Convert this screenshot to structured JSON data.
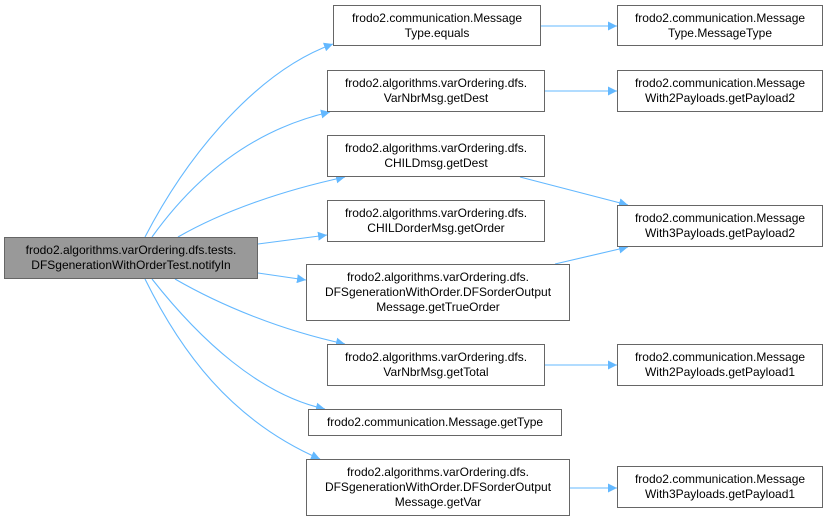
{
  "graph": {
    "edge_color": "#63b8ff",
    "root_fill": "#999999",
    "nodes": [
      {
        "id": "root",
        "label": "frodo2.algorithms.varOrdering.dfs.tests.\nDFSgenerationWithOrderTest.notifyIn"
      },
      {
        "id": "n1",
        "label": "frodo2.communication.Message\nType.equals"
      },
      {
        "id": "n2",
        "label": "frodo2.algorithms.varOrdering.dfs.\nVarNbrMsg.getDest"
      },
      {
        "id": "n3",
        "label": "frodo2.algorithms.varOrdering.dfs.\nCHILDmsg.getDest"
      },
      {
        "id": "n4",
        "label": "frodo2.algorithms.varOrdering.dfs.\nCHILDorderMsg.getOrder"
      },
      {
        "id": "n5",
        "label": "frodo2.algorithms.varOrdering.dfs.\nDFSgenerationWithOrder.DFSorderOutput\nMessage.getTrueOrder"
      },
      {
        "id": "n6",
        "label": "frodo2.algorithms.varOrdering.dfs.\nVarNbrMsg.getTotal"
      },
      {
        "id": "n7",
        "label": "frodo2.communication.Message.getType"
      },
      {
        "id": "n8",
        "label": "frodo2.algorithms.varOrdering.dfs.\nDFSgenerationWithOrder.DFSorderOutput\nMessage.getVar"
      },
      {
        "id": "m1",
        "label": "frodo2.communication.Message\nType.MessageType"
      },
      {
        "id": "m2",
        "label": "frodo2.communication.Message\nWith2Payloads.getPayload2"
      },
      {
        "id": "m3",
        "label": "frodo2.communication.Message\nWith3Payloads.getPayload2"
      },
      {
        "id": "m4",
        "label": "frodo2.communication.Message\nWith2Payloads.getPayload1"
      },
      {
        "id": "m5",
        "label": "frodo2.communication.Message\nWith3Payloads.getPayload1"
      }
    ],
    "edges": [
      [
        "root",
        "n1"
      ],
      [
        "root",
        "n2"
      ],
      [
        "root",
        "n3"
      ],
      [
        "root",
        "n4"
      ],
      [
        "root",
        "n5"
      ],
      [
        "root",
        "n6"
      ],
      [
        "root",
        "n7"
      ],
      [
        "root",
        "n8"
      ],
      [
        "n1",
        "m1"
      ],
      [
        "n2",
        "m2"
      ],
      [
        "n3",
        "m3"
      ],
      [
        "n5",
        "m3"
      ],
      [
        "n6",
        "m4"
      ],
      [
        "n8",
        "m5"
      ]
    ]
  }
}
